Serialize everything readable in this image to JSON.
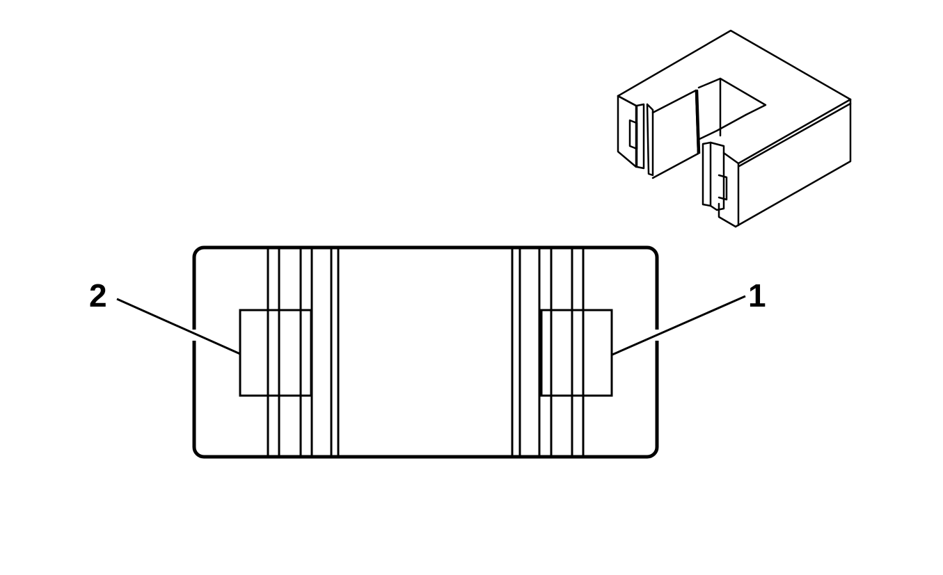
{
  "diagram": {
    "type": "technical-illustration",
    "subject": "connector lock clip / terminal position assurance",
    "stroke_color": "#000000",
    "background_color": "#ffffff",
    "callouts": [
      {
        "id": "1",
        "label": "1",
        "points_to": "right-side tab"
      },
      {
        "id": "2",
        "label": "2",
        "points_to": "left-side tab"
      }
    ],
    "views": [
      {
        "name": "isometric-view",
        "description": "U-shaped clip with hinged latches"
      },
      {
        "name": "top-view",
        "description": "rounded rectangle with vertical ribs and two tabs"
      }
    ]
  }
}
